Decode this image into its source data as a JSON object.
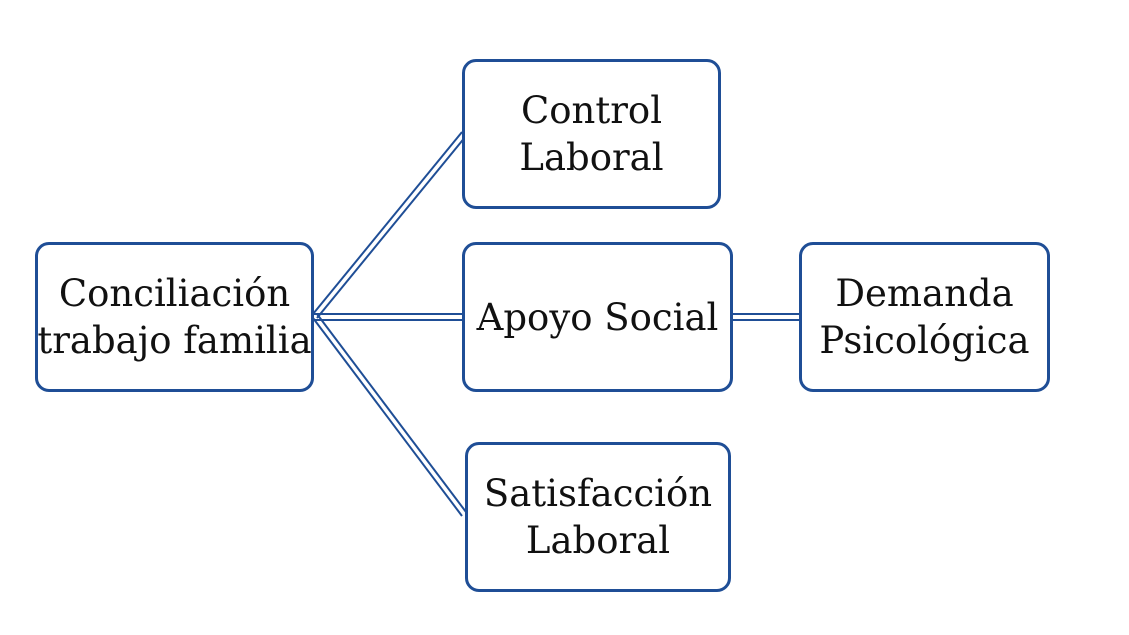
{
  "colors": {
    "border": "#1f4e96",
    "connector": "#1f4e96",
    "text": "#111111",
    "background": "#ffffff"
  },
  "nodes": {
    "root": {
      "lines": [
        "Conciliación",
        "trabajo familia"
      ]
    },
    "control": {
      "lines": [
        "Control",
        "Laboral"
      ]
    },
    "apoyo": {
      "lines": [
        "Apoyo Social"
      ]
    },
    "satisfaccion": {
      "lines": [
        "Satisfacción",
        "Laboral"
      ]
    },
    "demanda": {
      "lines": [
        "Demanda",
        "Psicológica"
      ]
    }
  },
  "edges": [
    {
      "from": "root",
      "to": "control"
    },
    {
      "from": "root",
      "to": "apoyo"
    },
    {
      "from": "root",
      "to": "satisfaccion"
    },
    {
      "from": "apoyo",
      "to": "demanda"
    }
  ]
}
